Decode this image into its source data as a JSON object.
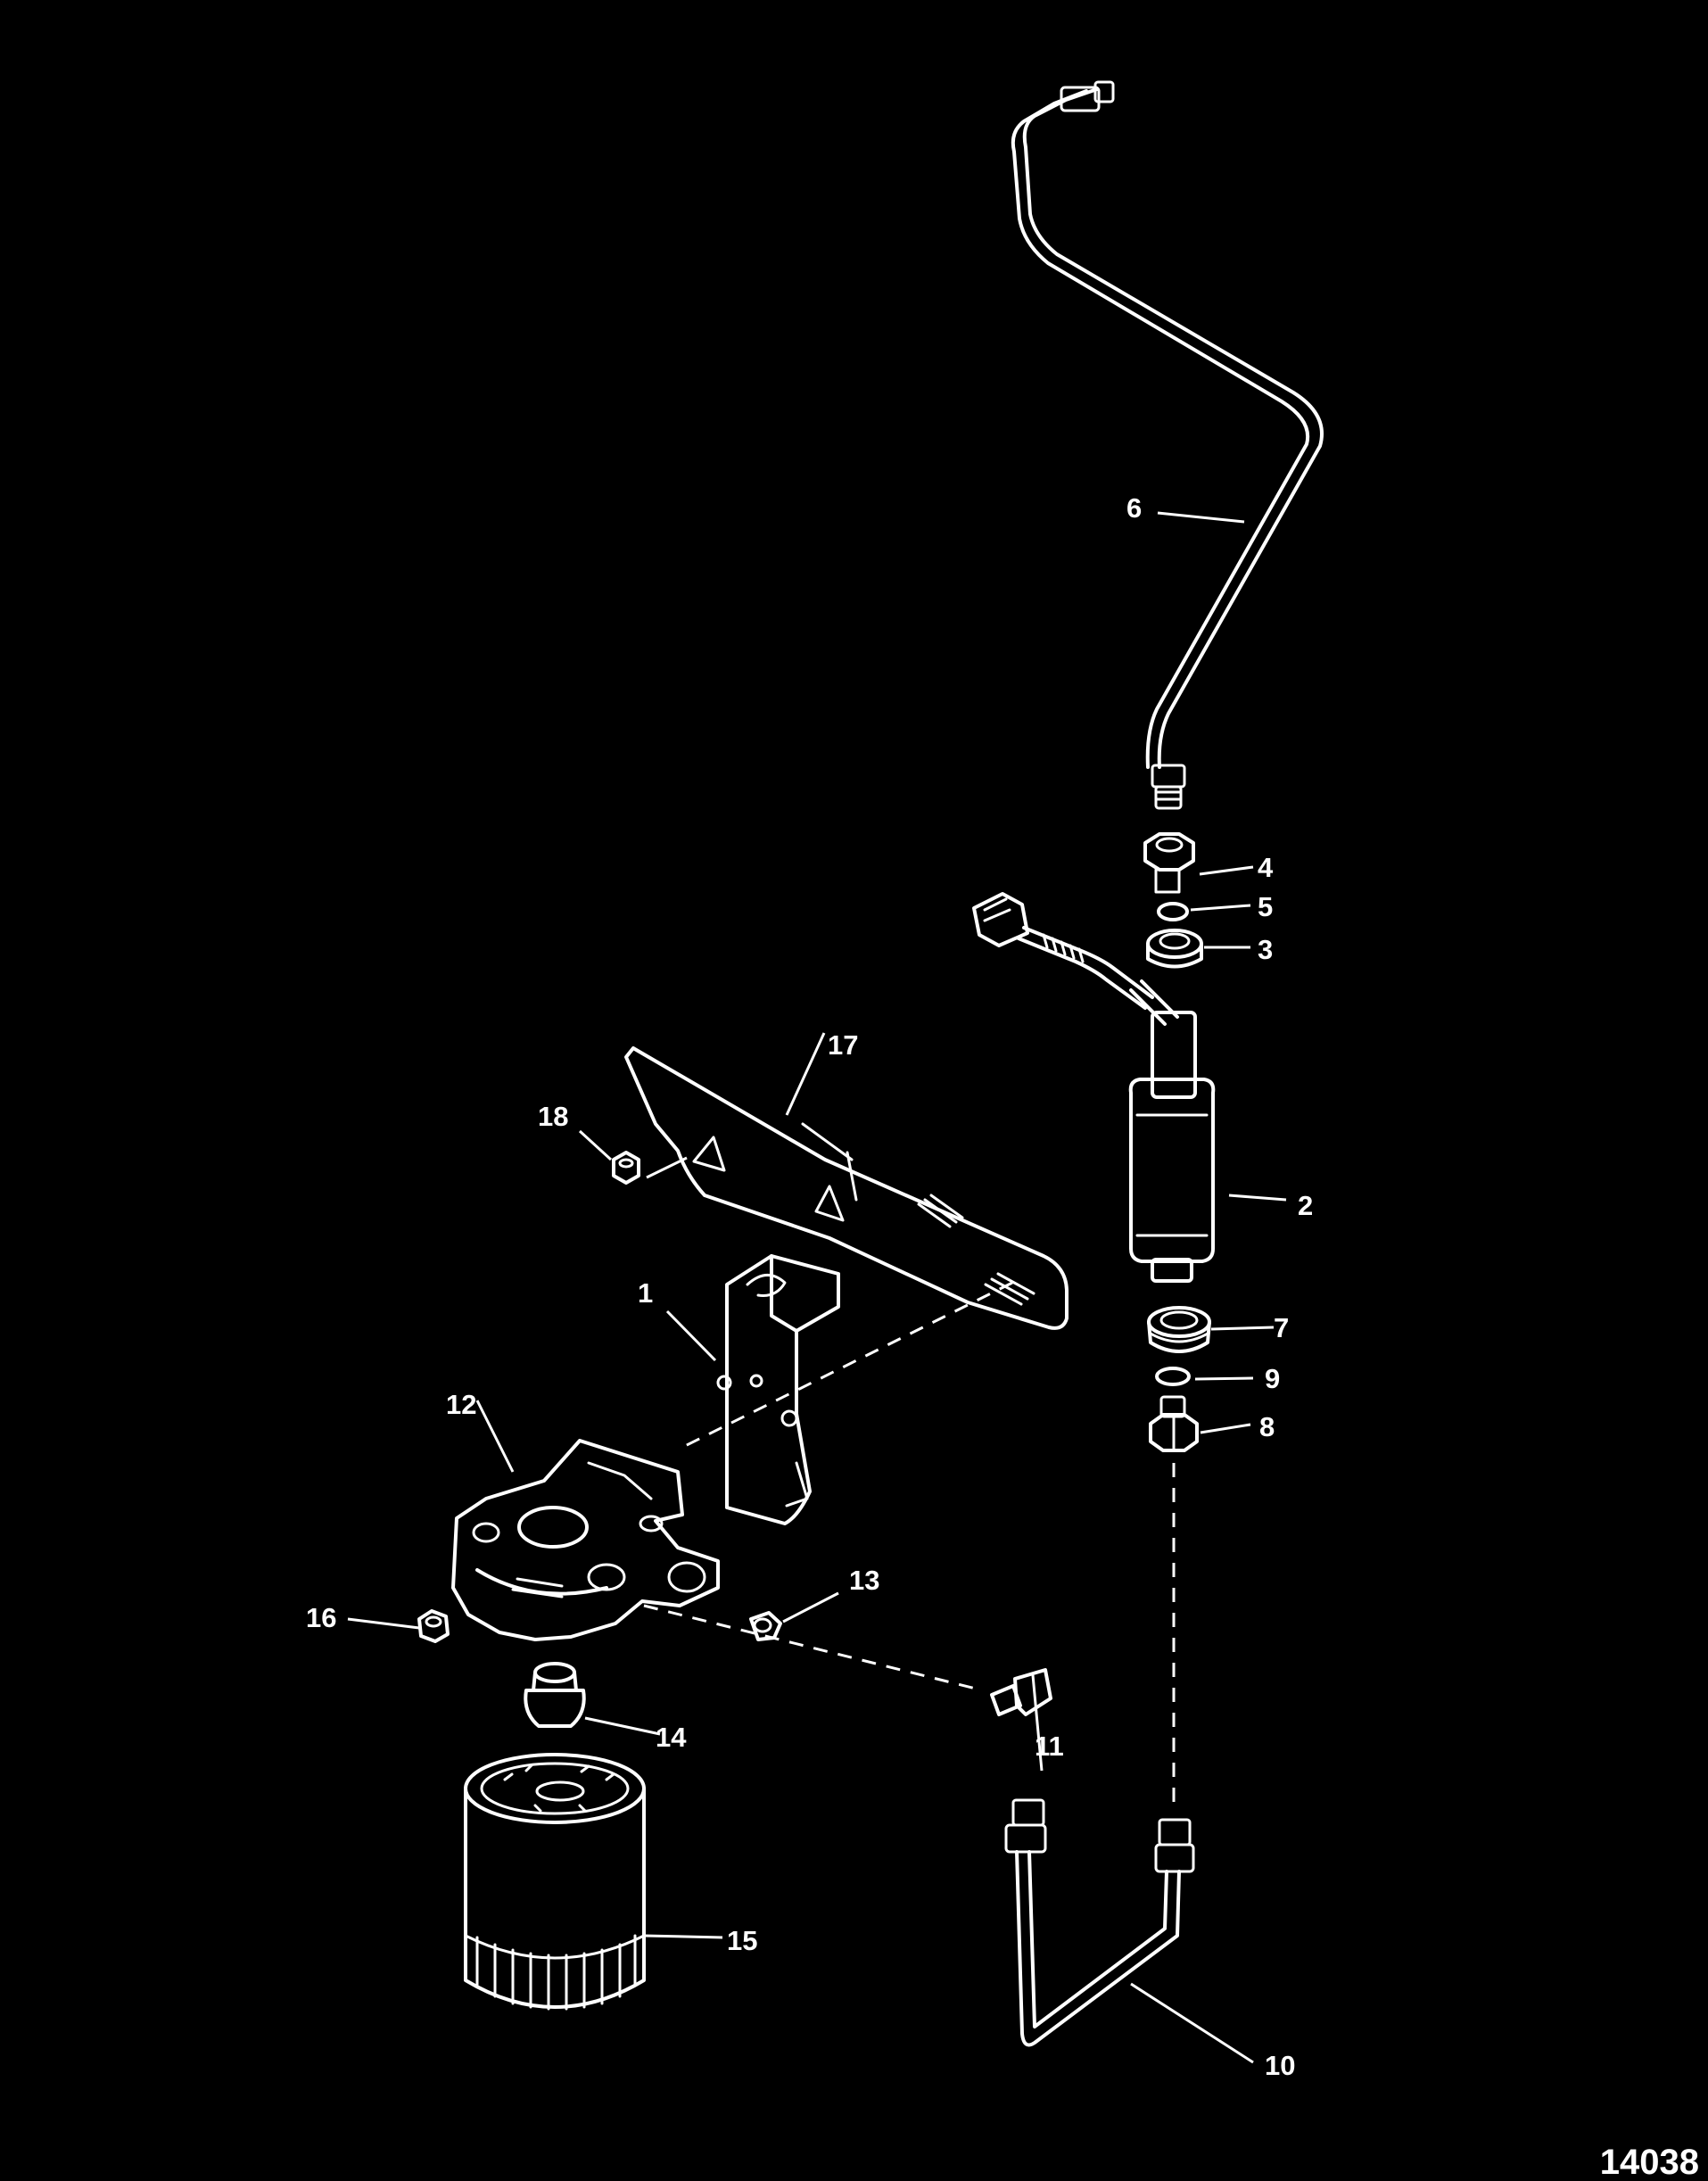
{
  "callouts": {
    "c1": "1",
    "c2": "2",
    "c3": "3",
    "c4": "4",
    "c5": "5",
    "c6": "6",
    "c7": "7",
    "c8": "8",
    "c9": "9",
    "c10": "10",
    "c11": "11",
    "c12": "12",
    "c13": "13",
    "c14": "14",
    "c15": "15",
    "c16": "16",
    "c17": "17",
    "c18": "18"
  },
  "figure_number": "14038",
  "colors": {
    "background": "#000000",
    "lines": "#ffffff"
  }
}
